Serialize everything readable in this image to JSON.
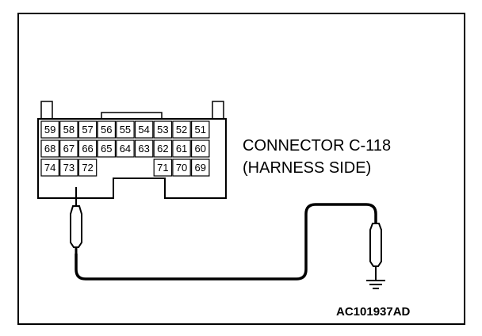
{
  "connector": {
    "rows": [
      [
        "59",
        "58",
        "57",
        "56",
        "55",
        "54",
        "53",
        "52",
        "51"
      ],
      [
        "68",
        "67",
        "66",
        "65",
        "64",
        "63",
        "62",
        "61",
        "60"
      ],
      [
        "74",
        "73",
        "72",
        "",
        "",
        "",
        "71",
        "70",
        "69"
      ]
    ],
    "label_line1": "CONNECTOR C-118",
    "label_line2": "(HARNESS SIDE)",
    "probe_pin": "73"
  },
  "ground_symbol": "ground-icon",
  "figure_code": "AC101937AD"
}
